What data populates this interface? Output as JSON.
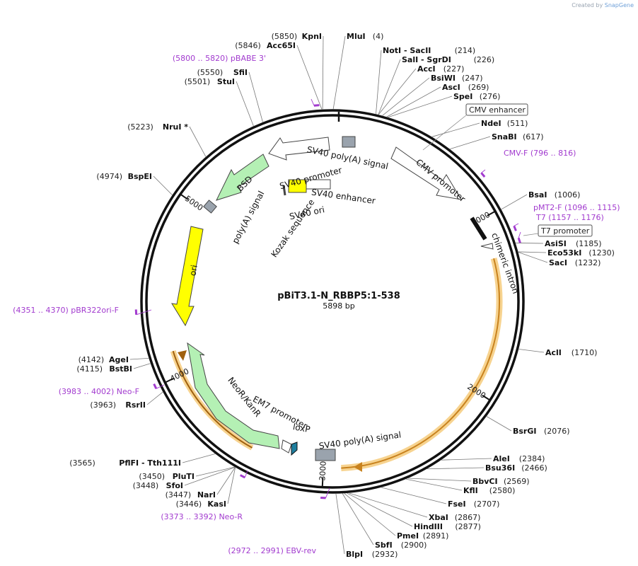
{
  "watermark": {
    "prefix": "Created by",
    "brand": "SnapGene"
  },
  "plasmid": {
    "name": "pBiT3.1-N_RBBP5:1-538",
    "length_label": "5898 bp",
    "length": 5898
  },
  "ticks": [
    {
      "label": "1000",
      "bp": 1000
    },
    {
      "label": "2000",
      "bp": 2000
    },
    {
      "label": "3000",
      "bp": 3000
    },
    {
      "label": "4000",
      "bp": 4000
    },
    {
      "label": "5000",
      "bp": 5000
    }
  ],
  "sites_right": [
    {
      "name": "MluI",
      "pos": "(4)",
      "bp": 4
    },
    {
      "name": "NotI  - SacII",
      "pos": "(214)",
      "bp": 214
    },
    {
      "name": "SalI  - SgrDI",
      "pos": "(226)",
      "bp": 226
    },
    {
      "name": "AccI",
      "pos": "(227)",
      "bp": 227
    },
    {
      "name": "BsiWI",
      "pos": "(247)",
      "bp": 247
    },
    {
      "name": "AscI",
      "pos": "(269)",
      "bp": 269
    },
    {
      "name": "SpeI",
      "pos": "(276)",
      "bp": 276
    },
    {
      "name": "NdeI",
      "pos": "(511)",
      "bp": 511
    },
    {
      "name": "SnaBI",
      "pos": "(617)",
      "bp": 617
    },
    {
      "name": "BsaI",
      "pos": "(1006)",
      "bp": 1006
    },
    {
      "name": "AsiSI",
      "pos": "(1185)",
      "bp": 1185
    },
    {
      "name": "Eco53kI",
      "pos": "(1230)",
      "bp": 1230
    },
    {
      "name": "SacI",
      "pos": "(1232)",
      "bp": 1232
    },
    {
      "name": "AclI",
      "pos": "(1710)",
      "bp": 1710
    },
    {
      "name": "BsrGI",
      "pos": "(2076)",
      "bp": 2076
    },
    {
      "name": "AleI",
      "pos": "(2384)",
      "bp": 2384
    },
    {
      "name": "Bsu36I",
      "pos": "(2466)",
      "bp": 2466
    },
    {
      "name": "BbvCI",
      "pos": "(2569)",
      "bp": 2569
    },
    {
      "name": "KflI",
      "pos": "(2580)",
      "bp": 2580
    },
    {
      "name": "FseI",
      "pos": "(2707)",
      "bp": 2707
    },
    {
      "name": "XbaI",
      "pos": "(2867)",
      "bp": 2867
    },
    {
      "name": "HindIII",
      "pos": "(2877)",
      "bp": 2877
    },
    {
      "name": "PmeI",
      "pos": "(2891)",
      "bp": 2891
    },
    {
      "name": "SbfI",
      "pos": "(2900)",
      "bp": 2900
    },
    {
      "name": "BlpI",
      "pos": "(2932)",
      "bp": 2932
    }
  ],
  "sites_left": [
    {
      "name": "KpnI",
      "pos": "(5850)",
      "bp": 5850
    },
    {
      "name": "Acc65I",
      "pos": "(5846)",
      "bp": 5846
    },
    {
      "name": "SfiI",
      "pos": "(5550)",
      "bp": 5550
    },
    {
      "name": "StuI",
      "pos": "(5501)",
      "bp": 5501
    },
    {
      "name": "NruI *",
      "pos": "(5223)",
      "bp": 5223
    },
    {
      "name": "BspEI",
      "pos": "(4974)",
      "bp": 4974
    },
    {
      "name": "AgeI",
      "pos": "(4142)",
      "bp": 4142
    },
    {
      "name": "BstBI",
      "pos": "(4115)",
      "bp": 4115
    },
    {
      "name": "RsrII",
      "pos": "(3963)",
      "bp": 3963
    },
    {
      "name": "PflFI  - Tth111I",
      "pos": "(3565)",
      "bp": 3565
    },
    {
      "name": "PluTI",
      "pos": "(3450)",
      "bp": 3450
    },
    {
      "name": "SfoI",
      "pos": "(3448)",
      "bp": 3448
    },
    {
      "name": "NarI",
      "pos": "(3447)",
      "bp": 3447
    },
    {
      "name": "KasI",
      "pos": "(3446)",
      "bp": 3446
    }
  ],
  "primers": [
    {
      "text": "(5800 .. 5820)  pBABE 3'",
      "bp": 5810
    },
    {
      "text": "CMV-F     (796 .. 816)",
      "bp": 806
    },
    {
      "text": "pMT2-F     (1096 .. 1115)",
      "bp": 1105
    },
    {
      "text": "T7     (1157 .. 1176)",
      "bp": 1166
    },
    {
      "text": "(4351 .. 4370)  pBR322ori-F",
      "bp": 4360
    },
    {
      "text": "(3983 .. 4002)  Neo-F",
      "bp": 3992
    },
    {
      "text": "(3373 .. 3392)  Neo-R",
      "bp": 3382
    },
    {
      "text": "(2972 .. 2991)  EBV-rev",
      "bp": 2981
    }
  ],
  "boxed_labels": [
    "CMV enhancer",
    "T7 promoter"
  ],
  "features": {
    "sv40_polyA_top": "SV40 poly(A) signal",
    "sv40_promoter": "SV40 promoter",
    "cmv_promoter": "CMV promoter",
    "bsd": "BSD",
    "sv40_enhancer": "SV40 enhancer",
    "kozak": "Kozak sequence",
    "sv40_ori": "SV40 ori",
    "polyA_signal": "poly(A) signal",
    "chimeric_intron": "chimeric intron",
    "ori": "ori",
    "neo": "NeoR/KanR",
    "em7": "EM7 promoter",
    "loxp": "loxP",
    "sv40_polyA_bottom": "SV40 poly(A) signal"
  },
  "colors": {
    "backbone": "#111111",
    "primer": "#a23bcf",
    "marker": "#b4f0b4",
    "ori": "#ffff00",
    "promoter": "#ffffff",
    "insert_glow": "#f4c060",
    "terminator": "#9aa3ad",
    "loxp": "#1e7e9e"
  }
}
